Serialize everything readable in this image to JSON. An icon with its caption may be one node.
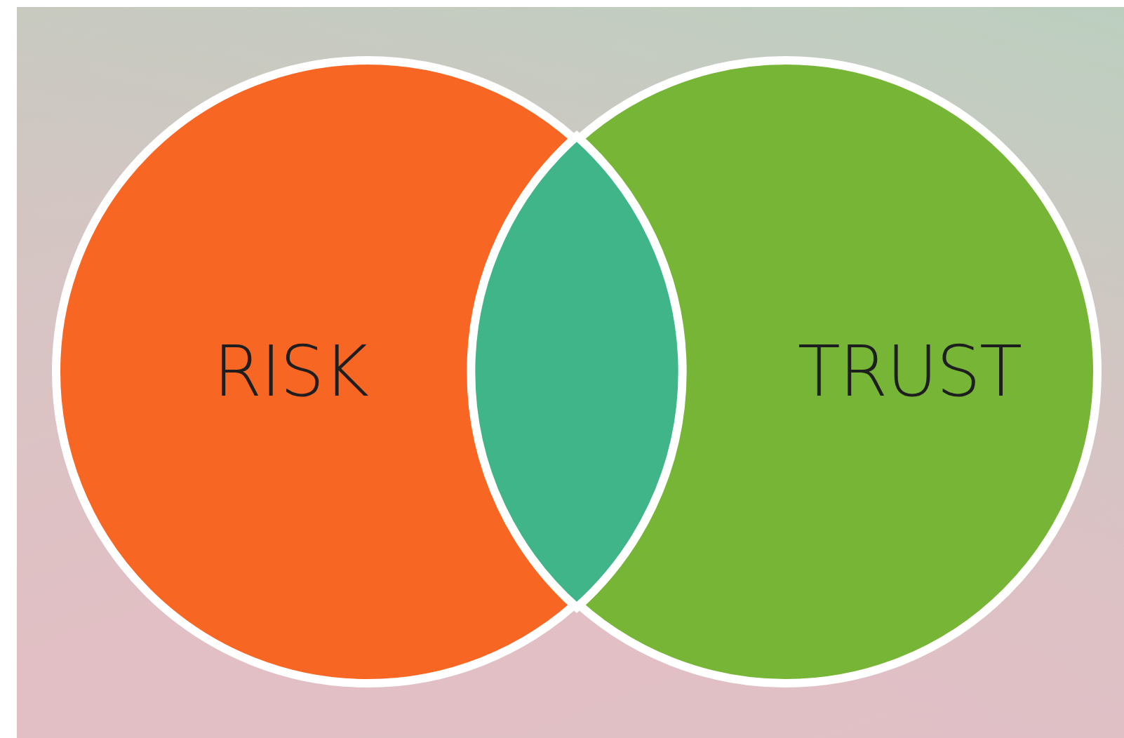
{
  "diagram": {
    "nodes": [
      {
        "text": [
          "RISK"
        ]
      },
      {
        "text": [
          "TRUST"
        ]
      },
      {
        "text": [],
        "shape": "lens"
      }
    ]
  }
}
